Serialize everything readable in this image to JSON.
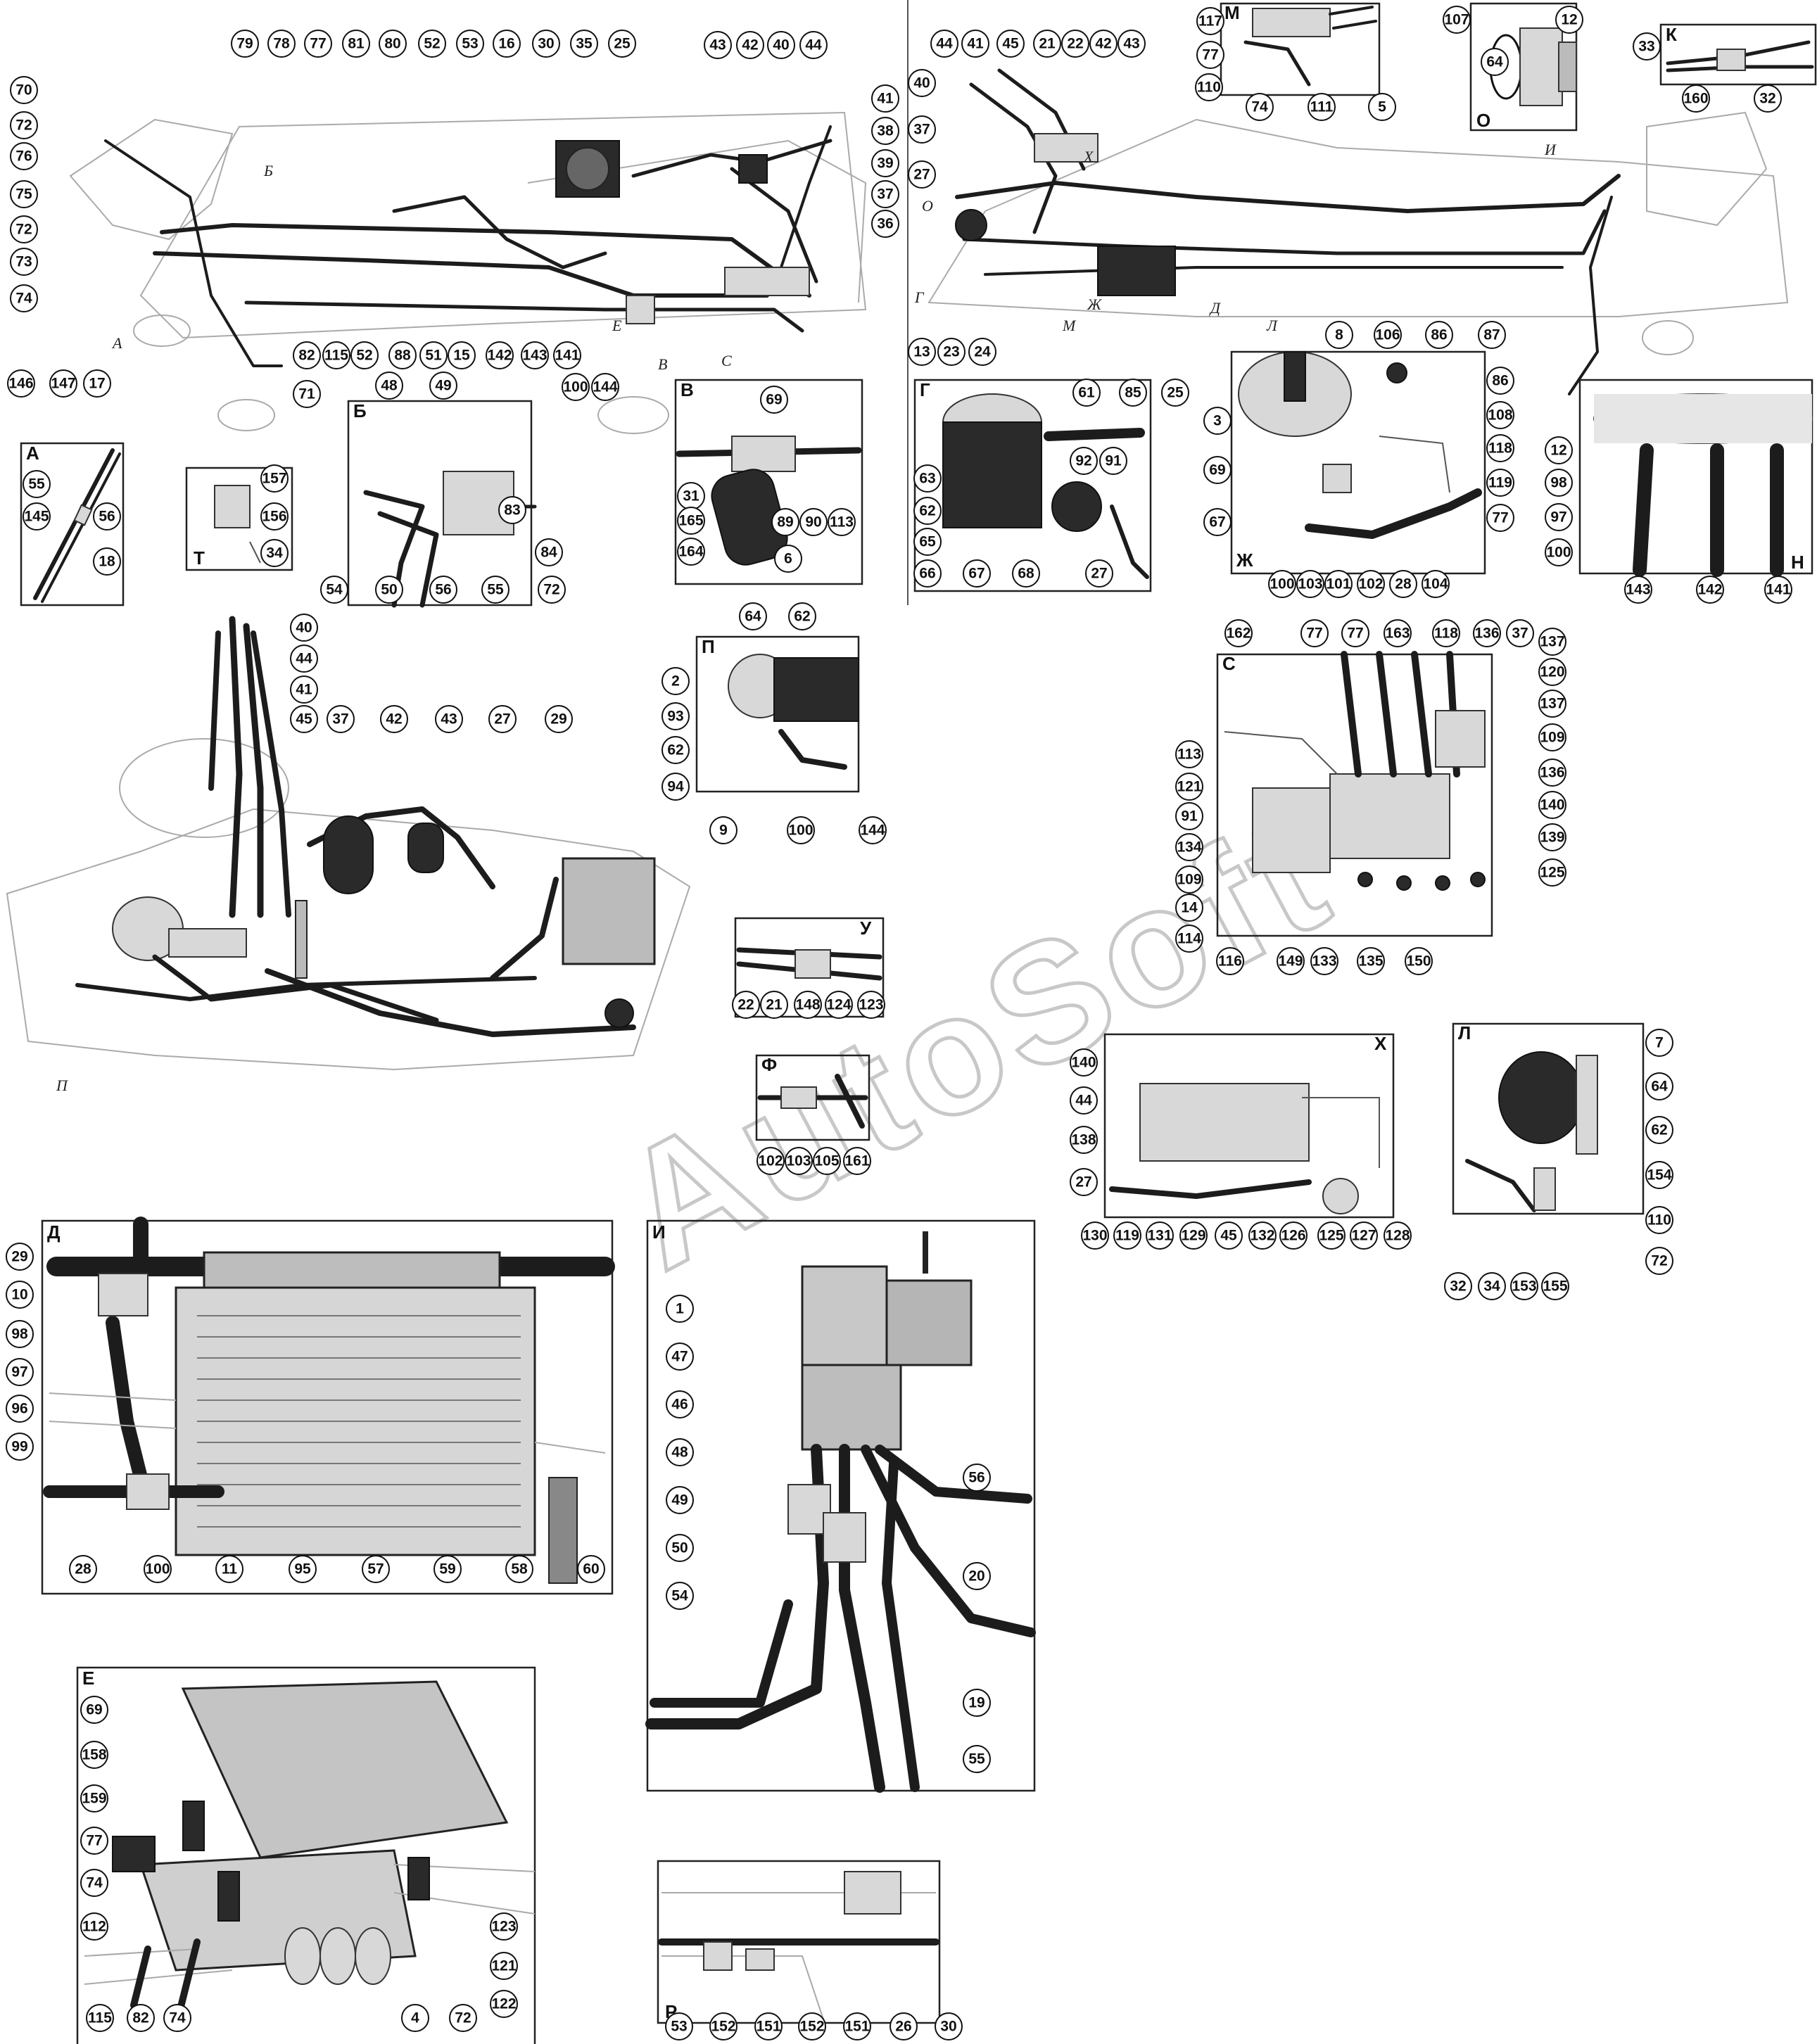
{
  "watermark": "AutoSoft",
  "view_markers": [
    "А",
    "Б",
    "В",
    "Г",
    "Д",
    "Е",
    "Ж",
    "И",
    "Л",
    "М",
    "О",
    "П",
    "С",
    "Х"
  ],
  "panels": [
    {
      "id": "A",
      "title": "А"
    },
    {
      "id": "T",
      "title": "Т"
    },
    {
      "id": "B6",
      "title": "Б"
    },
    {
      "id": "V",
      "title": "В"
    },
    {
      "id": "G",
      "title": "Г"
    },
    {
      "id": "Zh",
      "title": "Ж"
    },
    {
      "id": "N",
      "title": "Н"
    },
    {
      "id": "M",
      "title": "М"
    },
    {
      "id": "O",
      "title": "О"
    },
    {
      "id": "K",
      "title": "К"
    },
    {
      "id": "P",
      "title": "П"
    },
    {
      "id": "S",
      "title": "С"
    },
    {
      "id": "U",
      "title": "У"
    },
    {
      "id": "F",
      "title": "Ф"
    },
    {
      "id": "X",
      "title": "Х"
    },
    {
      "id": "L",
      "title": "Л"
    },
    {
      "id": "D",
      "title": "Д"
    },
    {
      "id": "I",
      "title": "И"
    },
    {
      "id": "E",
      "title": "Е"
    },
    {
      "id": "R",
      "title": "Р"
    }
  ],
  "callouts": {
    "main_left": [
      "79",
      "78",
      "77",
      "81",
      "80",
      "52",
      "53",
      "16",
      "30",
      "35",
      "25",
      "43",
      "42",
      "40",
      "44",
      "70",
      "72",
      "76",
      "75",
      "72",
      "73",
      "74",
      "146",
      "147",
      "17",
      "41",
      "38",
      "39",
      "37",
      "36",
      "82",
      "115",
      "52",
      "88",
      "51",
      "15",
      "142",
      "143",
      "141",
      "100",
      "144",
      "71"
    ],
    "main_right": [
      "44",
      "41",
      "45",
      "21",
      "22",
      "42",
      "43",
      "40",
      "37",
      "27",
      "117",
      "77",
      "110",
      "74",
      "111",
      "5",
      "107",
      "12",
      "64",
      "33",
      "160",
      "32",
      "13",
      "23",
      "24"
    ],
    "A": [
      "55",
      "145",
      "56",
      "18"
    ],
    "T": [
      "157",
      "156",
      "34"
    ],
    "B6": [
      "48",
      "49",
      "83",
      "54",
      "50",
      "56",
      "55",
      "84",
      "72"
    ],
    "V": [
      "69",
      "31",
      "165",
      "164",
      "89",
      "90",
      "113",
      "6"
    ],
    "G": [
      "61",
      "85",
      "25",
      "63",
      "62",
      "92",
      "91",
      "65",
      "66",
      "67",
      "68",
      "27"
    ],
    "Zh": [
      "8",
      "106",
      "86",
      "87",
      "3",
      "86",
      "108",
      "69",
      "118",
      "119",
      "77",
      "67",
      "100",
      "103",
      "101",
      "102",
      "28",
      "104"
    ],
    "N": [
      "12",
      "98",
      "97",
      "100",
      "143",
      "142",
      "141"
    ],
    "assembly": [
      "40",
      "44",
      "41",
      "45",
      "37",
      "42",
      "43",
      "27",
      "29"
    ],
    "P": [
      "64",
      "62",
      "2",
      "93",
      "62",
      "94",
      "9",
      "100",
      "144"
    ],
    "S": [
      "162",
      "77",
      "77",
      "163",
      "118",
      "136",
      "37",
      "137",
      "120",
      "137",
      "109",
      "136",
      "140",
      "139",
      "125",
      "113",
      "121",
      "91",
      "134",
      "109",
      "14",
      "114",
      "116",
      "149",
      "133",
      "135",
      "150"
    ],
    "U": [
      "22",
      "21",
      "148",
      "124",
      "123"
    ],
    "F": [
      "102",
      "103",
      "105",
      "161"
    ],
    "X": [
      "140",
      "44",
      "138",
      "27",
      "130",
      "119",
      "131",
      "129",
      "45",
      "132",
      "126",
      "125",
      "127",
      "128"
    ],
    "L": [
      "7",
      "64",
      "62",
      "154",
      "110",
      "72",
      "32",
      "34",
      "153",
      "155"
    ],
    "D": [
      "29",
      "10",
      "98",
      "97",
      "96",
      "99",
      "28",
      "100",
      "11",
      "95",
      "57",
      "59",
      "58",
      "60"
    ],
    "I": [
      "1",
      "47",
      "46",
      "48",
      "49",
      "50",
      "54",
      "56",
      "20",
      "19",
      "55"
    ],
    "E": [
      "69",
      "158",
      "159",
      "77",
      "74",
      "112",
      "123",
      "121",
      "122",
      "115",
      "82",
      "74",
      "4",
      "72"
    ],
    "R": [
      "53",
      "152",
      "151",
      "152",
      "151",
      "26",
      "30"
    ]
  }
}
